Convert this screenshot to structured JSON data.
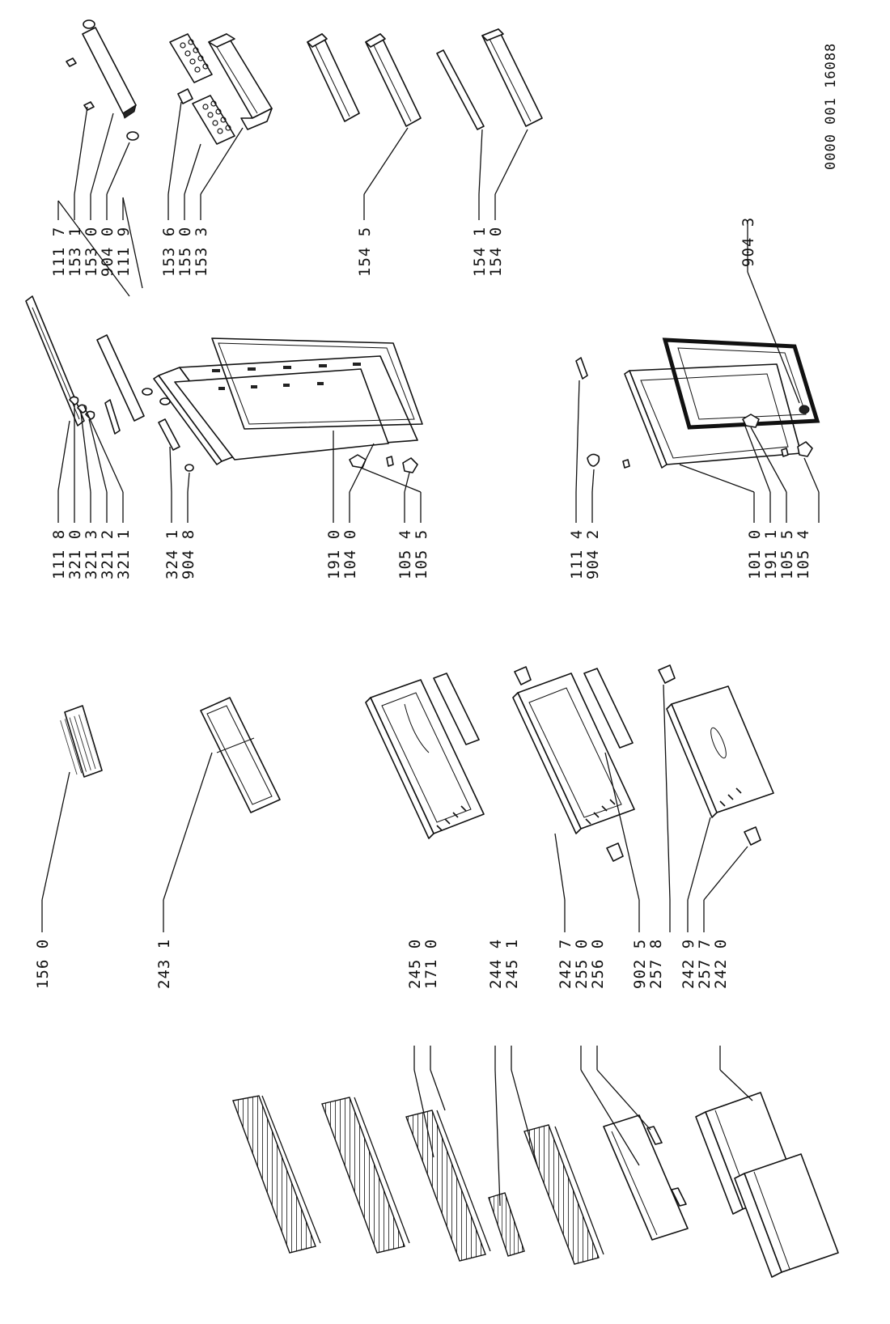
{
  "drawing_code": "0000 001 16088",
  "labels": {
    "l_1117": "111 7",
    "l_1531": "153 1",
    "l_1530": "153 0",
    "l_9040": "904 0",
    "l_1119": "111 9",
    "l_1536": "153 6",
    "l_1550": "155 0",
    "l_1533": "153 3",
    "l_1545": "154 5",
    "l_1541": "154 1",
    "l_1540": "154 0",
    "l_9043": "904 3",
    "l_1118": "111 8",
    "l_3210": "321 0",
    "l_3213": "321 3",
    "l_3212": "321 2",
    "l_3211": "321 1",
    "l_3241": "324 1",
    "l_9048": "904 8",
    "l_1910": "191 0",
    "l_1040": "104 0",
    "l_1054a": "105 4",
    "l_1055a": "105 5",
    "l_1114": "111 4",
    "l_9042": "904 2",
    "l_1010": "101 0",
    "l_1911": "191 1",
    "l_1055b": "105 5",
    "l_1054b": "105 4",
    "l_1560": "156 0",
    "l_2431": "243 1",
    "l_2450": "245 0",
    "l_1710": "171 0",
    "l_2444": "244 4",
    "l_2451": "245 1",
    "l_2427": "242 7",
    "l_2550": "255 0",
    "l_2560": "256 0",
    "l_9025": "902 5",
    "l_2578": "257 8",
    "l_2429": "242 9",
    "l_2577": "257 7",
    "l_2420": "242 0"
  }
}
